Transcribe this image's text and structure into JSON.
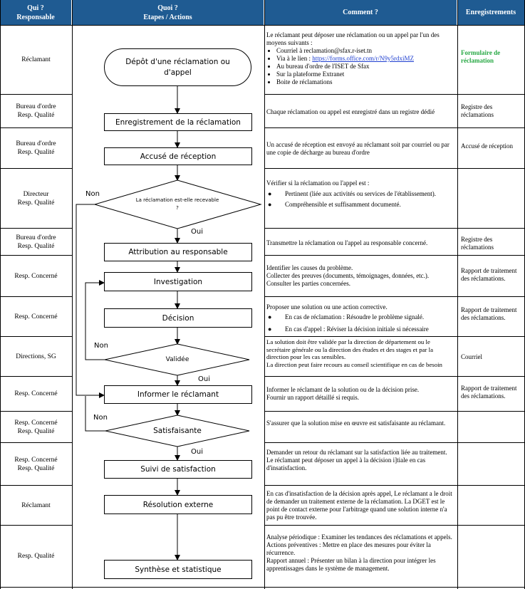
{
  "headers": {
    "who": [
      "Qui ?",
      "Responsable"
    ],
    "what": [
      "Quoi ?",
      "Etapes / Actions"
    ],
    "how": "Comment ?",
    "records": "Enregistrements"
  },
  "rows": [
    {
      "who": [
        "Réclamant"
      ],
      "records": "Formulaire de réclamation",
      "comment": {
        "intro": "Le réclamant peut déposer une réclamation ou un appel par l'un des moyens suivants :",
        "bullets": [
          "Courriel à reclamation@sfax.r-iset.tn",
          "Via à le lien : ",
          "Au bureau d'ordre de l'ISET de Sfax",
          "Sur la plateforme Extranet",
          "Boite de réclamations"
        ],
        "link": "https://forms.office.com/r/N9y5rdxiMZ"
      }
    },
    {
      "who": [
        "Bureau d'ordre",
        "Resp. Qualité"
      ],
      "records": "Registre des réclamations",
      "comment": "Chaque réclamation ou appel est enregistré dans un registre dédié"
    },
    {
      "who": [
        "Bureau d'ordre",
        "Resp. Qualité"
      ],
      "records": "Accusé de réception",
      "comment": "Un accusé de réception est envoyé au réclamant soit par courriel ou par une copie de décharge au bureau d'ordre"
    },
    {
      "who": [
        "Directeur",
        "Resp. Qualité"
      ],
      "records": "",
      "comment": {
        "intro": "Vérifier si la réclamation ou l'appel est :",
        "bullets": [
          "Pertinent (liée aux activités ou services de l'établissement).",
          "Compréhensible et suffisamment documenté."
        ]
      }
    },
    {
      "who": [
        "Bureau d'ordre",
        "Resp. Qualité"
      ],
      "records": "Registre des réclamations",
      "comment": "Transmettre la réclamation ou l'appel au responsable concerné."
    },
    {
      "who": [
        "Resp. Concerné"
      ],
      "records": "Rapport de traitement des réclamations.",
      "comment": [
        "Identifier les causes du problème.",
        "Collecter des preuves (documents, témoignages, données, etc.).",
        "Consulter les parties concernées."
      ]
    },
    {
      "who": [
        "Resp. Concerné"
      ],
      "records": "Rapport de traitement des réclamations.",
      "comment": {
        "intro": "Proposer une solution ou une action corrective.",
        "bullets": [
          "En cas de réclamation : Résoudre le problème signalé.",
          "En cas d'appel : Réviser la décision initiale si nécessaire"
        ]
      }
    },
    {
      "who": [
        "Directions, SG"
      ],
      "records": "Courriel",
      "comment": [
        "La solution doit être validée par la direction de département ou le secrétaire générale ou la direction des études et des stages et par la direction pour les cas sensibles.",
        "La direction peut faire recours au conseil scientifique en cas de besoin"
      ]
    },
    {
      "who": [
        "Resp. Concerné"
      ],
      "records": "Rapport de traitement des réclamations.",
      "comment": [
        "Informer le réclamant de la solution ou de la décision prise.",
        "Fournir un rapport détaillé si requis."
      ]
    },
    {
      "who": [
        "Resp. Concerné",
        "Resp. Qualité"
      ],
      "records": "",
      "comment": "S'assurer que la solution mise en œuvre est satisfaisante au réclamant."
    },
    {
      "who": [
        "Resp. Concerné",
        "Resp. Qualité"
      ],
      "records": "",
      "comment": [
        "Demander un retour du réclamant sur la satisfaction liée au traitement.",
        "Le réclamant peut déposer un appel à la décision i]tiale en cas d'insatisfaction."
      ]
    },
    {
      "who": [
        "Réclamant"
      ],
      "records": "",
      "comment": "En cas d'insatisfaction de la décision après appel, Le réclamant a le droit de demander un traitement externe de la réclamation. La DGET est le point de contact externe pour l'arbitrage quand une solution interne n'a pas pu être trouvée."
    },
    {
      "who": [
        "Resp. Qualité"
      ],
      "records": "",
      "comment": [
        "Analyse périodique : Examiner les tendances des réclamations et appels.",
        "Actions préventives : Mettre en place des mesures pour éviter la récurrence.",
        "Rapport annuel : Présenter un bilan à la direction pour intégrer les apprentissages dans le système de management."
      ]
    }
  ],
  "flow": {
    "start": "Dépôt d'une réclamation ou d'appel",
    "s1": "Enregistrement de la réclamation",
    "s2": "Accusé de réception",
    "d1": "La réclamation  est-elle recevable  ?",
    "s3": "Attribution au responsable",
    "s4": "Investigation",
    "s5": "Décision",
    "d2": "Validée",
    "s6": "Informer le réclamant",
    "d3": "Satisfaisante",
    "s7": "Suivi de satisfaction",
    "s8": "Résolution externe",
    "s9": "Synthèse et statistique",
    "yes": "Oui",
    "no": "Non"
  },
  "colors": {
    "header_bg": "#1f5b92",
    "header_text": "#ffffff",
    "link": "#1f3fd0",
    "record_green": "#27a844"
  }
}
